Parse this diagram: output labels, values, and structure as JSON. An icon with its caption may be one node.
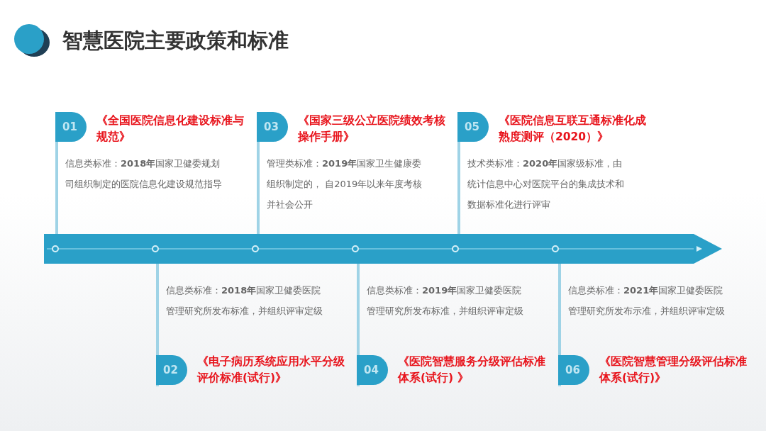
{
  "diagram": {
    "title": "智慧医院主要政策和标准",
    "nodes": [
      {
        "text": [
          "01",
          "《全国医院信息化建设标准与规范》",
          "信息类标准：**2018年**国家卫健委规划司组织制定的医院信息化建设规范指导"
        ]
      },
      {
        "text": [
          "信息类标准：**2018年**国家卫健委医院管理研究所发布标准，并组织评审定级",
          "02",
          "《电子病历系统应用水平分级评价标准(试行)》"
        ]
      },
      {
        "text": [
          "03",
          "《国家三级公立医院绩效考核操作手册》",
          "管理类标准：**2019年**国家卫生健康委组织制定的， 自2019年以来年度考核并社会公开"
        ]
      },
      {
        "text": [
          "信息类标准：**2019年**国家卫健委医院管理研究所发布标准，并组织评审定级",
          "04",
          "《医院智慧服务分级评估标准体系(试行) 》"
        ]
      },
      {
        "text": [
          "05",
          "《医院信息互联互通标准化成熟度测评（2020）》",
          "技术类标准：**2020年**国家级标准，由统计信息中心对医院平台的集成技术和数据标准化进行评审"
        ]
      },
      {
        "text": [
          "信息类标准：**2021年**国家卫健委医院管理研究所发布示准，并组织评审定级",
          "06",
          "《医院智慧管理分级评估标准体系(试行)》"
        ]
      },
      {
        "text": [],
        "shape": "arrow"
      }
    ],
    "edges": [
      {
        "from": 0,
        "to": 6,
        "arrow": "none"
      },
      {
        "from": 1,
        "to": 6,
        "arrow": "none"
      },
      {
        "from": 2,
        "to": 6,
        "arrow": "none"
      },
      {
        "from": 3,
        "to": 6,
        "arrow": "none"
      },
      {
        "from": 4,
        "to": 6,
        "arrow": "none"
      },
      {
        "from": 5,
        "to": 6,
        "arrow": "none"
      }
    ]
  }
}
